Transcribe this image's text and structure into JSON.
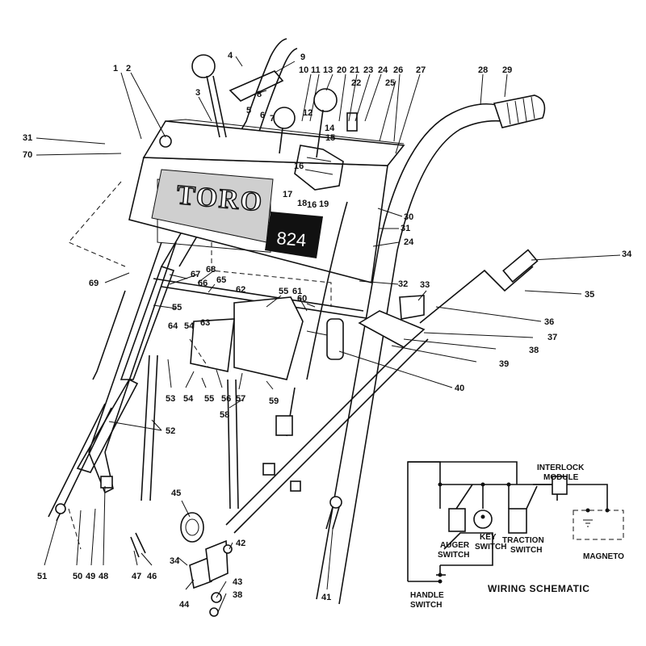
{
  "callouts": [
    {
      "id": "c1",
      "text": "1"
    },
    {
      "id": "c2",
      "text": "2"
    },
    {
      "id": "c3",
      "text": "3"
    },
    {
      "id": "c4",
      "text": "4"
    },
    {
      "id": "c5",
      "text": "5"
    },
    {
      "id": "c6",
      "text": "6"
    },
    {
      "id": "c7",
      "text": "7"
    },
    {
      "id": "c8",
      "text": "8"
    },
    {
      "id": "c9",
      "text": "9"
    },
    {
      "id": "c10",
      "text": "10"
    },
    {
      "id": "c11",
      "text": "11"
    },
    {
      "id": "c12",
      "text": "12"
    },
    {
      "id": "c13",
      "text": "13"
    },
    {
      "id": "c14",
      "text": "14"
    },
    {
      "id": "c15",
      "text": "15"
    },
    {
      "id": "c16a",
      "text": "16"
    },
    {
      "id": "c16b",
      "text": "16"
    },
    {
      "id": "c17",
      "text": "17"
    },
    {
      "id": "c18",
      "text": "18"
    },
    {
      "id": "c19",
      "text": "19"
    },
    {
      "id": "c20",
      "text": "20"
    },
    {
      "id": "c21",
      "text": "21"
    },
    {
      "id": "c22",
      "text": "22"
    },
    {
      "id": "c23",
      "text": "23"
    },
    {
      "id": "c24a",
      "text": "24"
    },
    {
      "id": "c24b",
      "text": "24"
    },
    {
      "id": "c25",
      "text": "25"
    },
    {
      "id": "c26",
      "text": "26"
    },
    {
      "id": "c27",
      "text": "27"
    },
    {
      "id": "c28",
      "text": "28"
    },
    {
      "id": "c29",
      "text": "29"
    },
    {
      "id": "c30",
      "text": "30"
    },
    {
      "id": "c31a",
      "text": "31"
    },
    {
      "id": "c31b",
      "text": "31"
    },
    {
      "id": "c32",
      "text": "32"
    },
    {
      "id": "c33",
      "text": "33"
    },
    {
      "id": "c34a",
      "text": "34"
    },
    {
      "id": "c34b",
      "text": "34"
    },
    {
      "id": "c35",
      "text": "35"
    },
    {
      "id": "c36",
      "text": "36"
    },
    {
      "id": "c37",
      "text": "37"
    },
    {
      "id": "c38a",
      "text": "38"
    },
    {
      "id": "c38b",
      "text": "38"
    },
    {
      "id": "c39",
      "text": "39"
    },
    {
      "id": "c40",
      "text": "40"
    },
    {
      "id": "c41",
      "text": "41"
    },
    {
      "id": "c42",
      "text": "42"
    },
    {
      "id": "c43",
      "text": "43"
    },
    {
      "id": "c44",
      "text": "44"
    },
    {
      "id": "c45",
      "text": "45"
    },
    {
      "id": "c46",
      "text": "46"
    },
    {
      "id": "c47",
      "text": "47"
    },
    {
      "id": "c48",
      "text": "48"
    },
    {
      "id": "c49",
      "text": "49"
    },
    {
      "id": "c50",
      "text": "50"
    },
    {
      "id": "c51",
      "text": "51"
    },
    {
      "id": "c52",
      "text": "52"
    },
    {
      "id": "c53",
      "text": "53"
    },
    {
      "id": "c54a",
      "text": "54"
    },
    {
      "id": "c54b",
      "text": "54"
    },
    {
      "id": "c55a",
      "text": "55"
    },
    {
      "id": "c55b",
      "text": "55"
    },
    {
      "id": "c55c",
      "text": "55"
    },
    {
      "id": "c56",
      "text": "56"
    },
    {
      "id": "c57",
      "text": "57"
    },
    {
      "id": "c58",
      "text": "58"
    },
    {
      "id": "c59",
      "text": "59"
    },
    {
      "id": "c60",
      "text": "60"
    },
    {
      "id": "c61",
      "text": "61"
    },
    {
      "id": "c62",
      "text": "62"
    },
    {
      "id": "c63",
      "text": "63"
    },
    {
      "id": "c64",
      "text": "64"
    },
    {
      "id": "c65",
      "text": "65"
    },
    {
      "id": "c66",
      "text": "66"
    },
    {
      "id": "c67",
      "text": "67"
    },
    {
      "id": "c68",
      "text": "68"
    },
    {
      "id": "c69",
      "text": "69"
    },
    {
      "id": "c70",
      "text": "70"
    }
  ],
  "panel": {
    "brand": "TORO",
    "model": "824"
  },
  "wiring": {
    "title": "WIRING SCHEMATIC",
    "interlock_1": "INTERLOCK",
    "interlock_2": "MODULE",
    "auger_1": "AUGER",
    "auger_2": "SWITCH",
    "key_1": "KEY",
    "key_2": "SWITCH",
    "traction_1": "TRACTION",
    "traction_2": "SWITCH",
    "magneto": "MAGNETO",
    "handle_1": "HANDLE",
    "handle_2": "SWITCH"
  }
}
